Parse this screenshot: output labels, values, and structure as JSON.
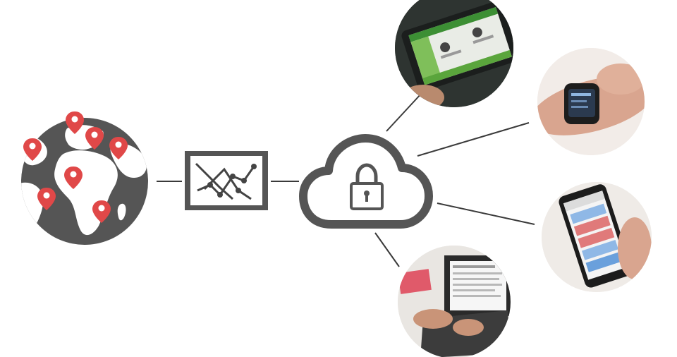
{
  "colors": {
    "icon_dark": "#555555",
    "pin_red": "#e04848",
    "line": "#3a3a3a",
    "background": "#ffffff"
  },
  "nodes": [
    {
      "id": "globe",
      "icon": "globe-with-location-pins-icon"
    },
    {
      "id": "analytics",
      "icon": "line-chart-icon"
    },
    {
      "id": "cloud",
      "icon": "secure-cloud-lock-icon"
    },
    {
      "id": "tablet",
      "icon": "tablet-photo"
    },
    {
      "id": "smartwatch",
      "icon": "smartwatch-photo"
    },
    {
      "id": "smartphone",
      "icon": "smartphone-photo"
    },
    {
      "id": "laptop",
      "icon": "laptop-photo"
    }
  ],
  "edges": [
    {
      "from": "globe",
      "to": "analytics"
    },
    {
      "from": "analytics",
      "to": "cloud"
    },
    {
      "from": "cloud",
      "to": "tablet"
    },
    {
      "from": "cloud",
      "to": "smartwatch"
    },
    {
      "from": "cloud",
      "to": "smartphone"
    },
    {
      "from": "cloud",
      "to": "laptop"
    }
  ]
}
